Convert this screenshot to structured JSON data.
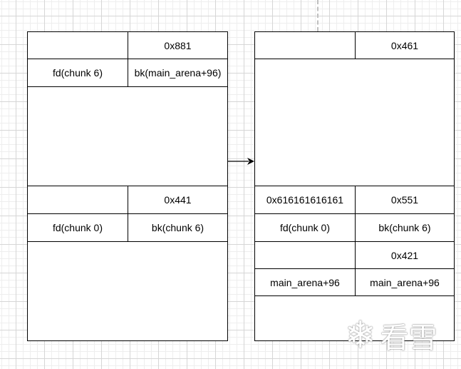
{
  "left_block": {
    "size1": "0x881",
    "fd1": "fd(chunk 6)",
    "bk1": "bk(main_arena+96)",
    "size2": "0x441",
    "fd2": "fd(chunk 0)",
    "bk2": "bk(chunk 6)"
  },
  "right_block": {
    "size1": "0x461",
    "prev_size2": "0x616161616161",
    "size2": "0x551",
    "fd2": "fd(chunk 0)",
    "bk2": "bk(chunk 6)",
    "size3": "0x421",
    "fd3": "main_arena+96",
    "bk3": "main_arena+96"
  },
  "watermark": "看雪"
}
